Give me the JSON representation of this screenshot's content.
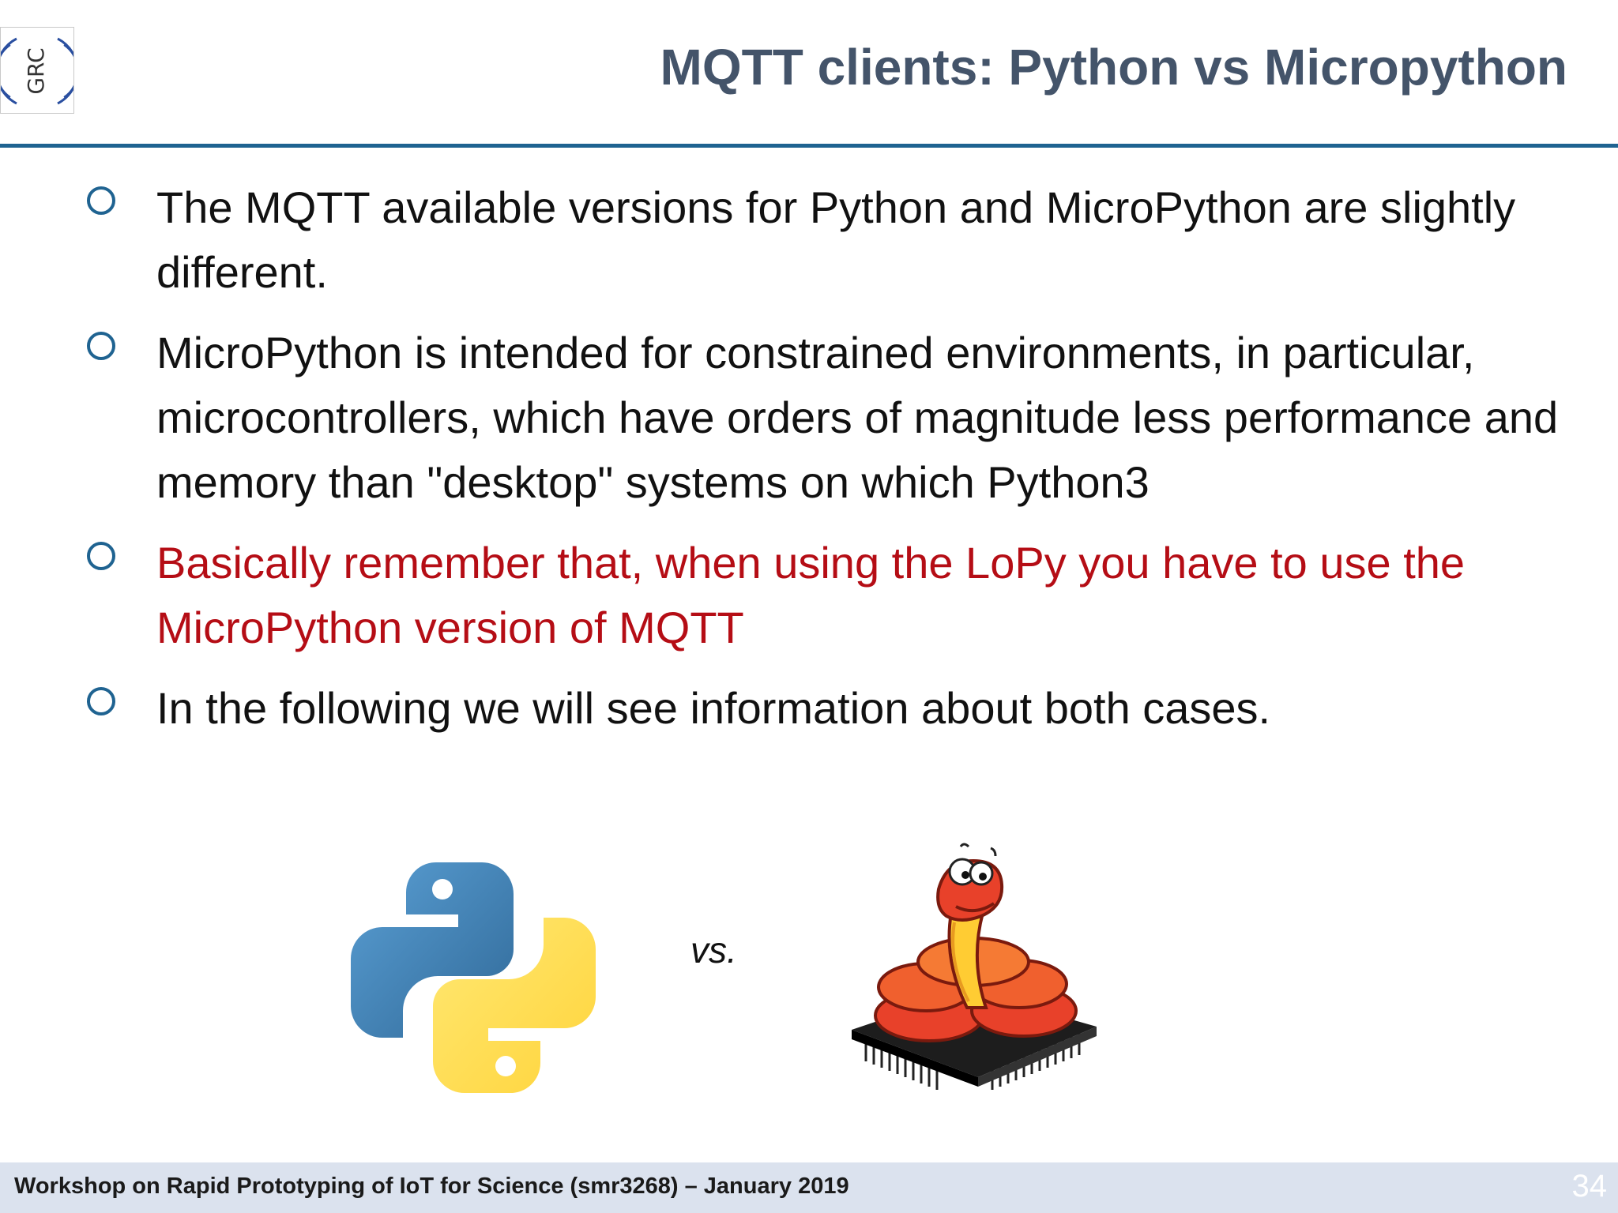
{
  "slide": {
    "logo_text": "GRC",
    "title": "MQTT clients: Python vs Micropython",
    "bullets": [
      {
        "text": "The MQTT available versions for Python and MicroPython are slightly different."
      },
      {
        "text": "MicroPython is intended for constrained environments, in particular, microcontrollers, which have orders of magnitude less performance and memory than \"desktop\" systems on which Python3"
      },
      {
        "text": "Basically remember that, when using the LoPy you have to use the MicroPython version of MQTT"
      },
      {
        "text": "In the following we will see information about both cases."
      }
    ],
    "vs_label": "vs.",
    "images": [
      "python-logo",
      "micropython-logo"
    ],
    "footer_text": "Workshop on Rapid Prototyping of IoT for Science (smr3268) – January 2019",
    "page_number": "34"
  },
  "colors": {
    "title": "#44546a",
    "rule": "#1f6391",
    "highlight_text": "#b50d15",
    "footer_bg": "#dbe2ee"
  }
}
